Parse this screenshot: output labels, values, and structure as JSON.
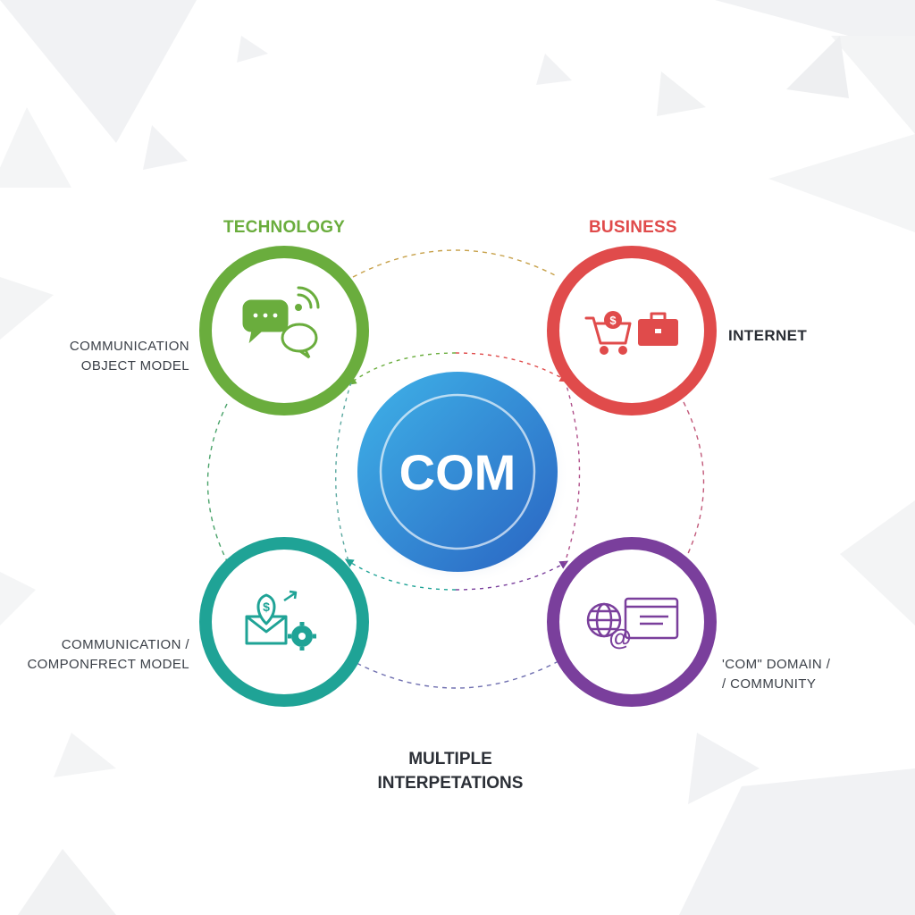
{
  "center": {
    "label": "COM",
    "color": "#2f7fd0"
  },
  "nodes": [
    {
      "key": "technology",
      "heading": "TECHNOLOGY",
      "color": "#6aad3d",
      "description": [
        "COMMUNICATION",
        "OBJECT MODEL"
      ],
      "icon": "chat-bubbles-wifi-icon"
    },
    {
      "key": "business",
      "heading": "BUSINESS",
      "color": "#e04b4b",
      "description": [
        "INTERNET"
      ],
      "icon": "shopping-cart-briefcase-icon"
    },
    {
      "key": "component",
      "heading": "",
      "color": "#1fa396",
      "description": [
        "COMMUNICATION /",
        "COMPONFRECT MODEL"
      ],
      "icon": "mail-dollar-gear-icon"
    },
    {
      "key": "domain",
      "heading": "",
      "color": "#7a3f9c",
      "description": [
        "'COM\" DOMAIN /",
        "/ COMMUNITY"
      ],
      "icon": "globe-at-browser-icon"
    }
  ],
  "footer": [
    "MULTIPLE",
    "INTERPETATIONS"
  ]
}
